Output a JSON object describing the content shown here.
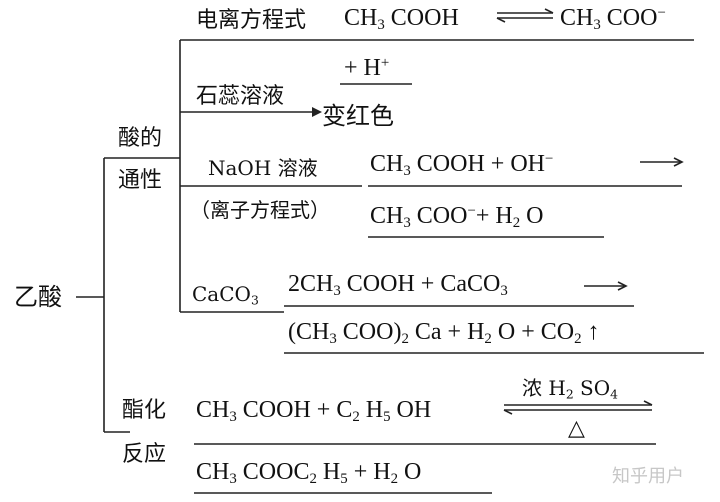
{
  "root": {
    "label": "乙酸"
  },
  "branches": {
    "acid": {
      "label_line1": "酸的",
      "label_line2": "通性"
    },
    "ester": {
      "label_line1": "酯化",
      "label_line2": "反应"
    }
  },
  "ionization": {
    "label": "电离方程式",
    "line1_left": "CH",
    "line1_sub1": "3",
    "line1_mid": " COOH",
    "line1_right": "CH",
    "line1_sub2": "3",
    "line1_right2": " COO",
    "line1_sup": "−",
    "line2": "+ H",
    "line2_sup": "+"
  },
  "litmus": {
    "label": "石蕊溶液",
    "result": "变红色"
  },
  "naoh": {
    "label": "NaOH 溶液",
    "sublabel": "（离子方程式）",
    "line1_a": "CH",
    "line1_sub": "3",
    "line1_b": " COOH + OH",
    "line1_sup": "−",
    "line2_a": "CH",
    "line2_sub1": "3",
    "line2_b": " COO",
    "line2_sup": "−",
    "line2_c": "+ H",
    "line2_sub2": "2",
    "line2_d": " O"
  },
  "caco3": {
    "label_a": "CaCO",
    "label_sub": "3",
    "line1_a": "2CH",
    "line1_sub1": "3",
    "line1_b": " COOH + CaCO",
    "line1_sub2": "3",
    "line2_a": "(CH",
    "line2_sub1": "3",
    "line2_b": " COO)",
    "line2_sub2": "2",
    "line2_c": " Ca + H",
    "line2_sub3": "2",
    "line2_d": " O + CO",
    "line2_sub4": "2",
    "line2_e": " ↑"
  },
  "esterification": {
    "line1_a": "CH",
    "line1_sub1": "3",
    "line1_b": " COOH + C",
    "line1_sub2": "2",
    "line1_c": " H",
    "line1_sub3": "5",
    "line1_d": " OH",
    "catalyst_a": "浓 H",
    "catalyst_sub1": "2",
    "catalyst_b": " SO",
    "catalyst_sub2": "4",
    "heat": "△",
    "line2_a": "CH",
    "line2_sub1": "3",
    "line2_b": " COOC",
    "line2_sub2": "2",
    "line2_c": " H",
    "line2_sub3": "5",
    "line2_d": " + H",
    "line2_sub4": "2",
    "line2_e": " O"
  },
  "watermark": "知乎用户"
}
